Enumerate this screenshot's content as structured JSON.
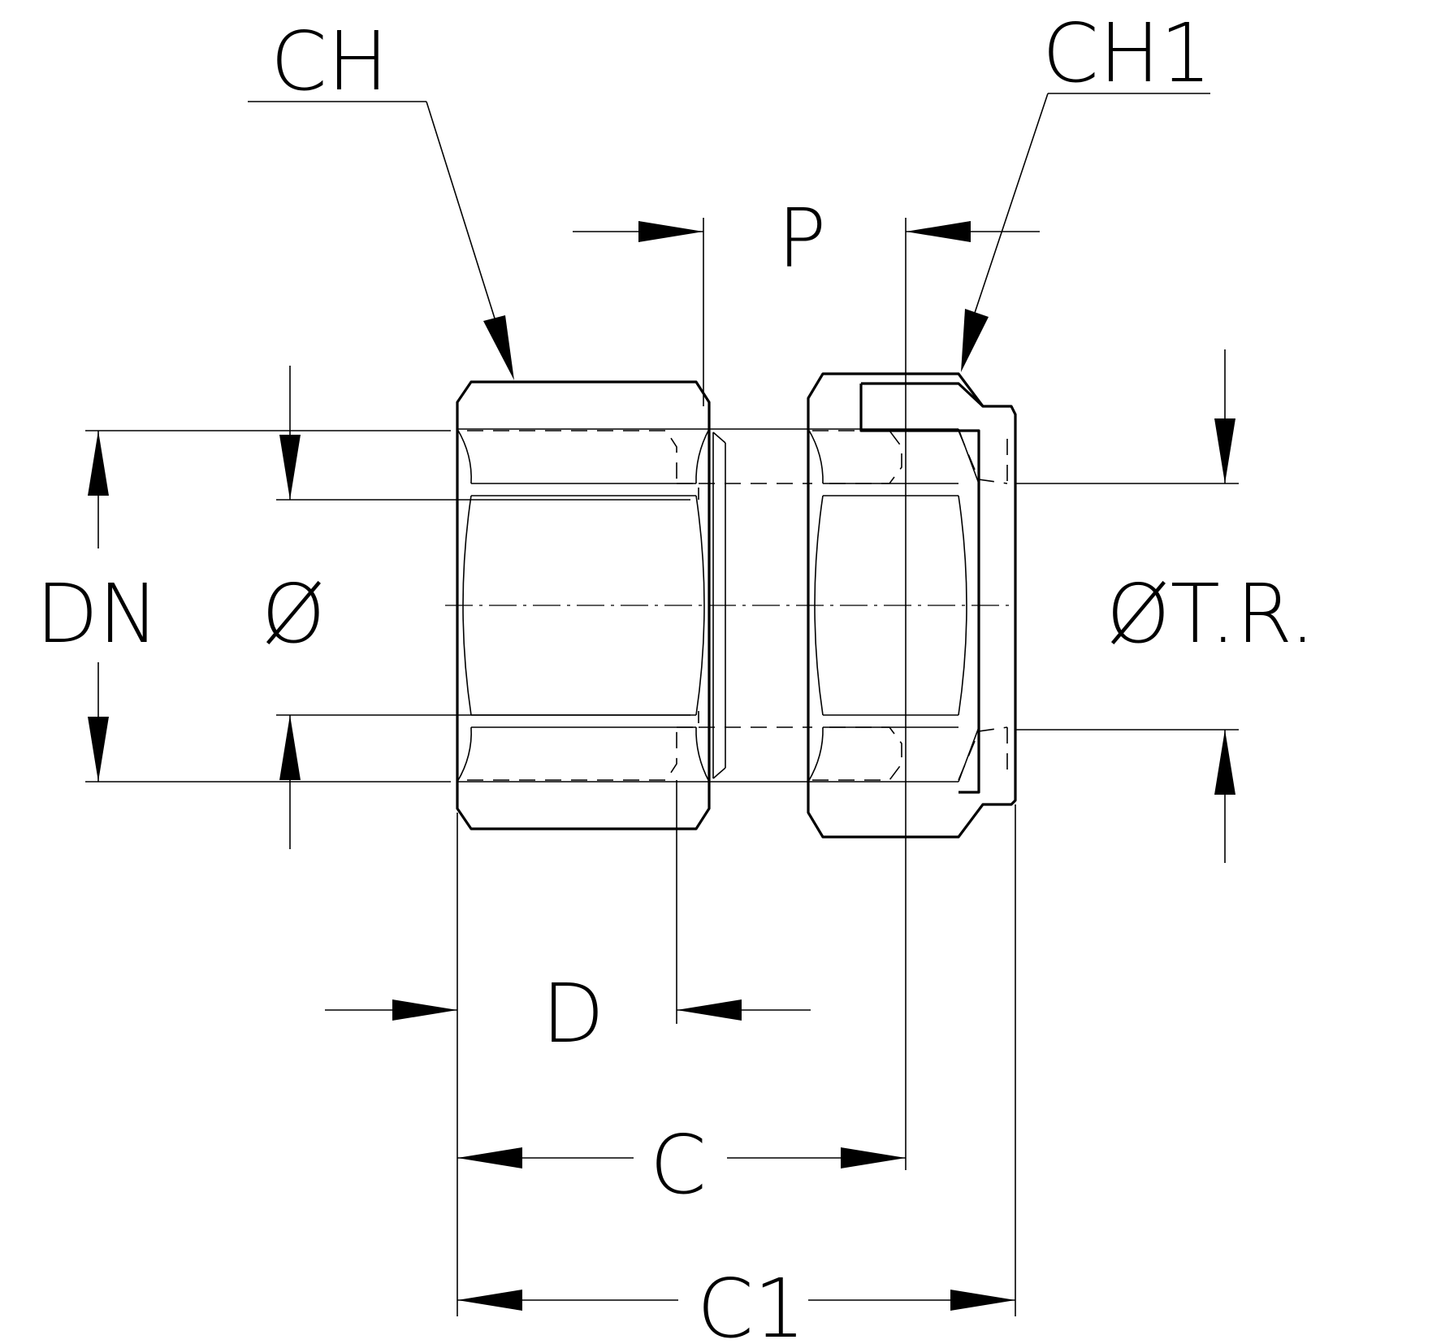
{
  "labels": {
    "ch": "CH",
    "ch1": "CH1",
    "p": "P",
    "dn": "DN",
    "diameter": "Ø",
    "diameter_tr": "ØT.R.",
    "d": "D",
    "c": "C",
    "c1": "C1"
  },
  "colors": {
    "line": "#000000",
    "background": "#ffffff"
  }
}
